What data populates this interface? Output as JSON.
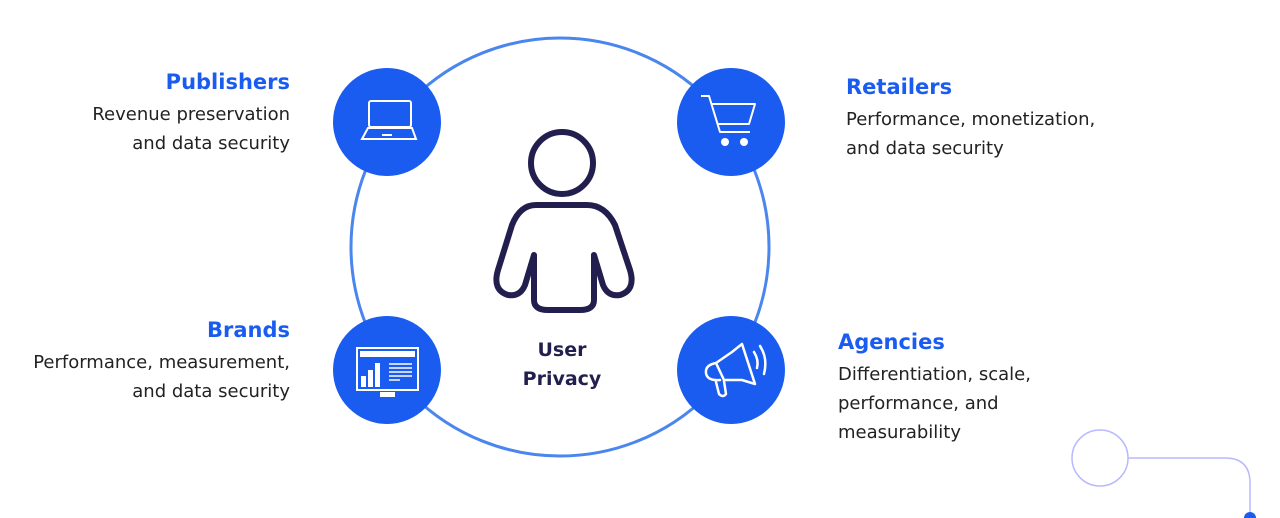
{
  "center": {
    "line1": "User",
    "line2": "Privacy"
  },
  "segments": [
    {
      "title": "Publishers",
      "desc1": "Revenue preservation",
      "desc2": "and data security",
      "icon": "laptop-icon"
    },
    {
      "title": "Retailers",
      "desc1": "Performance, monetization,",
      "desc2": "and data security",
      "icon": "shopping-cart-icon"
    },
    {
      "title": "Brands",
      "desc1": "Performance, measurement,",
      "desc2": "and data security",
      "icon": "dashboard-monitor-icon"
    },
    {
      "title": "Agencies",
      "desc1": "Differentiation, scale,",
      "desc2": "performance, and",
      "desc3": "measurability",
      "icon": "megaphone-icon"
    }
  ],
  "colors": {
    "accent": "#1a5cf0",
    "ring": "#4a86ee",
    "dark": "#221f4f",
    "decor": "#b8b8ff"
  }
}
